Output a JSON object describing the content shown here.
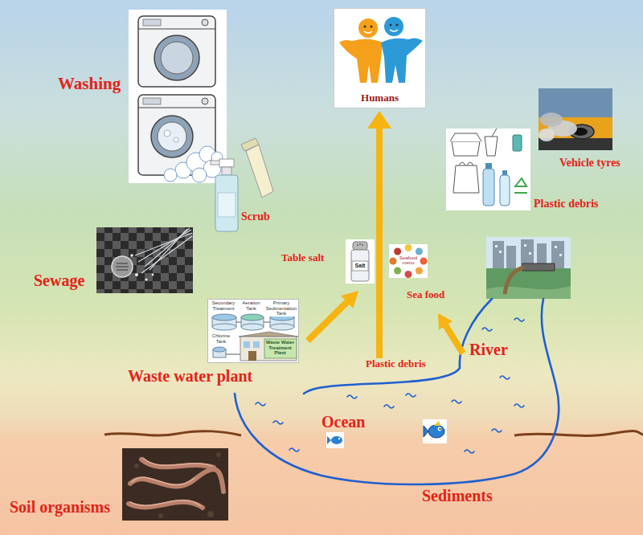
{
  "diagram": {
    "nodes": [
      {
        "text": [
          "Humans"
        ]
      },
      {
        "text": [
          "Table salt",
          "Salt"
        ]
      },
      {
        "text": [
          "Seafood menu",
          "Sea food"
        ]
      },
      {
        "text": [
          "Waste water plant",
          "Secondary Treatment",
          "Aeration Tank",
          "Primary Sedimentation Tank",
          "Chlorine Tank",
          "Waste Water Treatment Plant"
        ]
      }
    ],
    "labels": [
      "Washing",
      "Scrub",
      "Vehicle tyres",
      "Plastic debris",
      "Sewage",
      "River",
      "Plastic debris",
      "Ocean",
      "Sediments",
      "Soil organisms"
    ]
  }
}
